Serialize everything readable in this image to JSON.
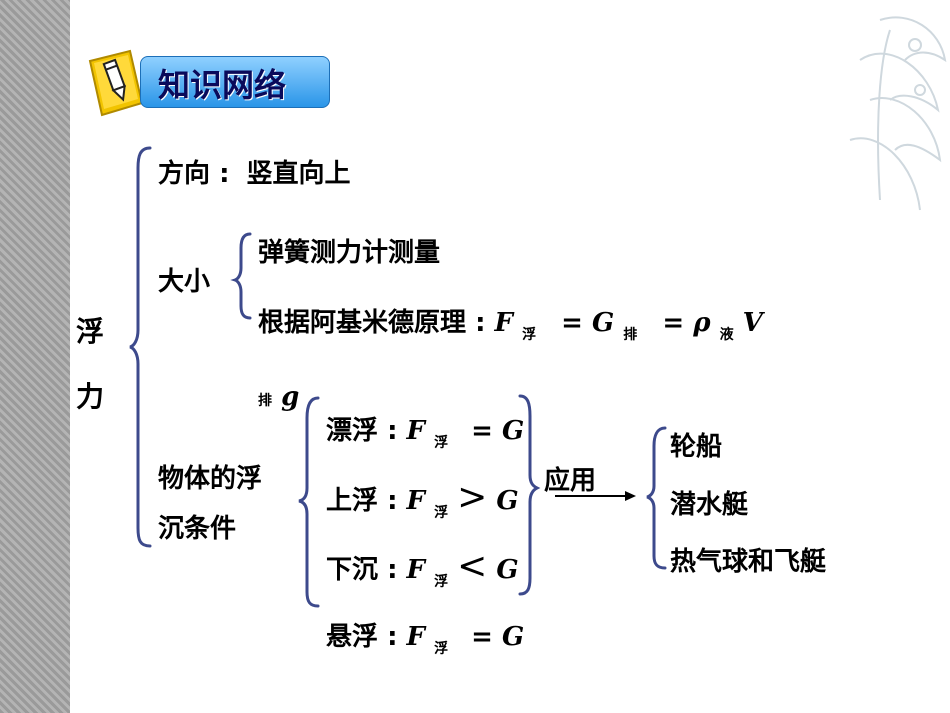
{
  "header": {
    "title": "知识网络"
  },
  "root": {
    "line1": "浮",
    "line2": "力"
  },
  "direction": {
    "label": "方向",
    "sep": ":",
    "value": "竖直向上"
  },
  "size": {
    "label": "大小",
    "item1": "弹簧测力计测量",
    "item2": {
      "text": "根据阿基米德原理",
      "sep": ":",
      "F": "F",
      "F_sub": "浮",
      "eq1": "=",
      "G": "G",
      "G_sub": "排",
      "eq2": "=",
      "rho": "ρ",
      "rho_sub": "液",
      "V": "V",
      "V_sub": "排",
      "g": "g"
    }
  },
  "conditions": {
    "label_line1": "物体的浮",
    "label_line2": "沉条件",
    "rows": [
      {
        "name": "漂浮",
        "sep": ":",
        "F": "F",
        "sub": "浮",
        "rel": "=",
        "G": "G"
      },
      {
        "name": "上浮",
        "sep": ":",
        "F": "F",
        "sub": "浮",
        "rel": ">",
        "G": "G"
      },
      {
        "name": "下沉",
        "sep": ":",
        "F": "F",
        "sub": "浮",
        "rel": "<",
        "G": "G"
      },
      {
        "name": "悬浮",
        "sep": ":",
        "F": "F",
        "sub": "浮",
        "rel": "=",
        "G": "G"
      }
    ]
  },
  "application": {
    "label": "应用",
    "items": [
      "轮船",
      "潜水艇",
      "热气球和飞艇"
    ]
  },
  "colors": {
    "bracket": "#3d4a8c",
    "title_bg": "#2a95e8",
    "badge": "#f2c400"
  }
}
